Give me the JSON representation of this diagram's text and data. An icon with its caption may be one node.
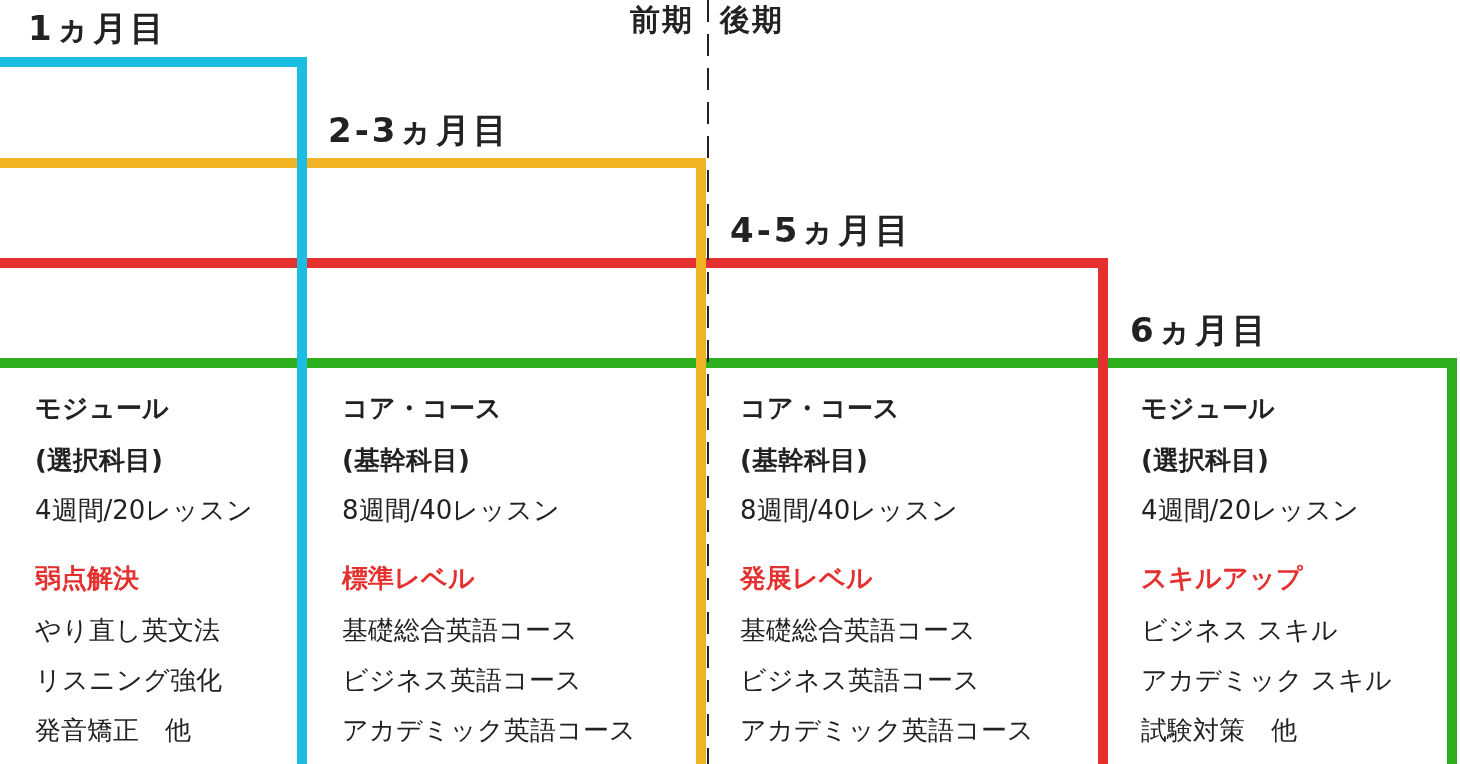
{
  "diagram": {
    "nodes": [
      {
        "text": [
          "1ヵ月目",
          "モジュール (選択科目)",
          "4週間/20レッスン",
          "弱点解決",
          "やり直し英文法",
          "リスニング強化",
          "発音矯正　他"
        ]
      },
      {
        "text": [
          "2-3ヵ月目",
          "コア・コース (基幹科目)",
          "8週間/40レッスン",
          "標準レベル",
          "基礎総合英語コース",
          "ビジネス英語コース",
          "アカデミック英語コース"
        ]
      },
      {
        "text": [
          "4-5ヵ月目",
          "コア・コース (基幹科目)",
          "8週間/40レッスン",
          "発展レベル",
          "基礎総合英語コース",
          "ビジネス英語コース",
          "アカデミック英語コース"
        ]
      },
      {
        "text": [
          "6ヵ月目",
          "モジュール (選択科目)",
          "4週間/20レッスン",
          "スキルアップ",
          "ビジネス スキル",
          "アカデミック スキル",
          "試験対策　他"
        ]
      }
    ],
    "edges": [],
    "labels": [
      "前期",
      "後期"
    ]
  }
}
